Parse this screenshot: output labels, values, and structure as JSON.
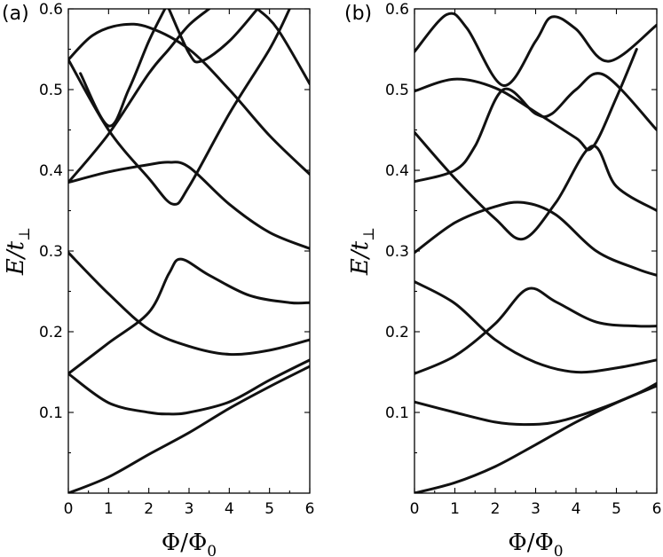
{
  "chart_data": [
    {
      "type": "line",
      "panel_label": "(a)",
      "xlabel": "Φ/Φ0",
      "ylabel": "E/t⊥",
      "xlim": [
        0,
        6
      ],
      "ylim": [
        0,
        0.6
      ],
      "x_ticks": [
        "0",
        "1",
        "2",
        "3",
        "4",
        "5",
        "6"
      ],
      "y_ticks": [
        "0.1",
        "0.2",
        "0.3",
        "0.4",
        "0.5",
        "0.6"
      ],
      "grid": false,
      "series": [
        {
          "points": [
            [
              0,
              0
            ],
            [
              1,
              0.02
            ],
            [
              2,
              0.048
            ],
            [
              3,
              0.075
            ],
            [
              4,
              0.105
            ],
            [
              5,
              0.132
            ],
            [
              6,
              0.157
            ]
          ]
        },
        {
          "points": [
            [
              0,
              0.148
            ],
            [
              1,
              0.112
            ],
            [
              2,
              0.1
            ],
            [
              2.5,
              0.098
            ],
            [
              3,
              0.1
            ],
            [
              4,
              0.113
            ],
            [
              5,
              0.14
            ],
            [
              6,
              0.165
            ]
          ]
        },
        {
          "points": [
            [
              0,
              0.148
            ],
            [
              1,
              0.186
            ],
            [
              2,
              0.224
            ],
            [
              2.5,
              0.272
            ],
            [
              2.8,
              0.29
            ],
            [
              3.5,
              0.27
            ],
            [
              4.5,
              0.245
            ],
            [
              5.5,
              0.236
            ],
            [
              6,
              0.236
            ]
          ]
        },
        {
          "points": [
            [
              0,
              0.298
            ],
            [
              1,
              0.247
            ],
            [
              2,
              0.203
            ],
            [
              3,
              0.182
            ],
            [
              4,
              0.172
            ],
            [
              5,
              0.177
            ],
            [
              6,
              0.19
            ]
          ]
        },
        {
          "points": [
            [
              0,
              0.385
            ],
            [
              1,
              0.398
            ],
            [
              2,
              0.407
            ],
            [
              2.5,
              0.41
            ],
            [
              3,
              0.404
            ],
            [
              4,
              0.358
            ],
            [
              5,
              0.323
            ],
            [
              6,
              0.303
            ]
          ]
        },
        {
          "points": [
            [
              0,
              0.385
            ],
            [
              1,
              0.445
            ],
            [
              2,
              0.52
            ],
            [
              2.5,
              0.55
            ],
            [
              3,
              0.58
            ],
            [
              3.5,
              0.6
            ]
          ]
        },
        {
          "points": [
            [
              0,
              0.537
            ],
            [
              1,
              0.45
            ],
            [
              2,
              0.39
            ],
            [
              2.6,
              0.358
            ],
            [
              3,
              0.38
            ],
            [
              4,
              0.47
            ],
            [
              5,
              0.55
            ],
            [
              5.5,
              0.6
            ]
          ]
        },
        {
          "points": [
            [
              0,
              0.537
            ],
            [
              0.6,
              0.567
            ],
            [
              1.3,
              0.58
            ],
            [
              2,
              0.577
            ],
            [
              3,
              0.55
            ],
            [
              4,
              0.5
            ],
            [
              5,
              0.443
            ],
            [
              6,
              0.395
            ]
          ]
        },
        {
          "points": [
            [
              0.3,
              0.52
            ],
            [
              1,
              0.455
            ],
            [
              1.5,
              0.5
            ],
            [
              2,
              0.56
            ],
            [
              2.4,
              0.6
            ]
          ]
        },
        {
          "points": [
            [
              2.5,
              0.6
            ],
            [
              3,
              0.545
            ],
            [
              3.3,
              0.535
            ],
            [
              4,
              0.56
            ],
            [
              4.7,
              0.6
            ]
          ]
        },
        {
          "points": [
            [
              4.7,
              0.6
            ],
            [
              5.2,
              0.575
            ],
            [
              6,
              0.507
            ]
          ]
        }
      ]
    },
    {
      "type": "line",
      "panel_label": "(b)",
      "xlabel": "Φ/Φ0",
      "ylabel": "E/t⊥",
      "xlim": [
        0,
        6
      ],
      "ylim": [
        0,
        0.6
      ],
      "x_ticks": [
        "0",
        "1",
        "2",
        "3",
        "4",
        "5",
        "6"
      ],
      "y_ticks": [
        "0.1",
        "0.2",
        "0.3",
        "0.4",
        "0.5",
        "0.6"
      ],
      "grid": false,
      "series": [
        {
          "points": [
            [
              0,
              0
            ],
            [
              1,
              0.013
            ],
            [
              2,
              0.033
            ],
            [
              3,
              0.06
            ],
            [
              4,
              0.088
            ],
            [
              5,
              0.112
            ],
            [
              6,
              0.133
            ]
          ]
        },
        {
          "points": [
            [
              0,
              0.113
            ],
            [
              1,
              0.1
            ],
            [
              2,
              0.088
            ],
            [
              2.7,
              0.085
            ],
            [
              3.5,
              0.088
            ],
            [
              4.5,
              0.103
            ],
            [
              5.5,
              0.123
            ],
            [
              6,
              0.136
            ]
          ]
        },
        {
          "points": [
            [
              0,
              0.148
            ],
            [
              1,
              0.17
            ],
            [
              2,
              0.21
            ],
            [
              2.8,
              0.253
            ],
            [
              3.5,
              0.237
            ],
            [
              4.5,
              0.212
            ],
            [
              5.5,
              0.207
            ],
            [
              6,
              0.207
            ]
          ]
        },
        {
          "points": [
            [
              0,
              0.262
            ],
            [
              1,
              0.235
            ],
            [
              2,
              0.19
            ],
            [
              3,
              0.162
            ],
            [
              4,
              0.15
            ],
            [
              5,
              0.155
            ],
            [
              6,
              0.165
            ]
          ]
        },
        {
          "points": [
            [
              0,
              0.298
            ],
            [
              1,
              0.335
            ],
            [
              2,
              0.355
            ],
            [
              2.7,
              0.36
            ],
            [
              3.5,
              0.345
            ],
            [
              4.5,
              0.3
            ],
            [
              5.5,
              0.278
            ],
            [
              6,
              0.27
            ]
          ]
        },
        {
          "points": [
            [
              0,
              0.386
            ],
            [
              1,
              0.4
            ],
            [
              1.5,
              0.43
            ],
            [
              2.2,
              0.5
            ],
            [
              3,
              0.47
            ],
            [
              3.4,
              0.47
            ],
            [
              4,
              0.5
            ],
            [
              4.7,
              0.518
            ],
            [
              6,
              0.45
            ]
          ]
        },
        {
          "points": [
            [
              0,
              0.447
            ],
            [
              1,
              0.39
            ],
            [
              2,
              0.34
            ],
            [
              2.7,
              0.315
            ],
            [
              3.5,
              0.36
            ],
            [
              4.4,
              0.43
            ],
            [
              5,
              0.38
            ],
            [
              6,
              0.35
            ]
          ]
        },
        {
          "points": [
            [
              0,
              0.498
            ],
            [
              1,
              0.513
            ],
            [
              2,
              0.502
            ],
            [
              3,
              0.472
            ],
            [
              4,
              0.44
            ],
            [
              4.4,
              0.428
            ],
            [
              5,
              0.49
            ],
            [
              5.5,
              0.55
            ]
          ]
        },
        {
          "points": [
            [
              0,
              0.547
            ],
            [
              0.8,
              0.593
            ],
            [
              1.3,
              0.576
            ],
            [
              2.2,
              0.505
            ],
            [
              3,
              0.56
            ],
            [
              3.4,
              0.59
            ],
            [
              4,
              0.575
            ],
            [
              4.8,
              0.535
            ],
            [
              6,
              0.58
            ]
          ]
        }
      ]
    }
  ]
}
